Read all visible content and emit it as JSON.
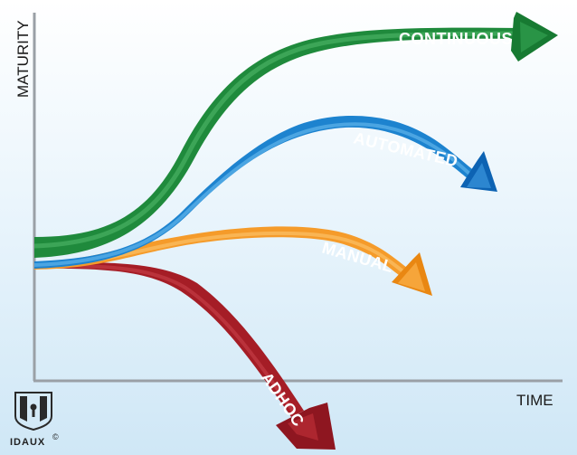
{
  "axes": {
    "y_label": "MATURITY",
    "x_label": "TIME"
  },
  "arrows": [
    {
      "label": "CONTINUOUS",
      "color": "#1f8a3c",
      "dark": "#136b2a"
    },
    {
      "label": "AUTOMATED",
      "color": "#1d83cf",
      "dark": "#0b5ea6"
    },
    {
      "label": "MANUAL",
      "color": "#f59b2a",
      "dark": "#d97a10"
    },
    {
      "label": "ADHOC",
      "color": "#a51d26",
      "dark": "#7a0f17"
    }
  ],
  "logo": {
    "text": "IDAUX",
    "mark": "©",
    "icon": "shield-keyhole-icon"
  }
}
